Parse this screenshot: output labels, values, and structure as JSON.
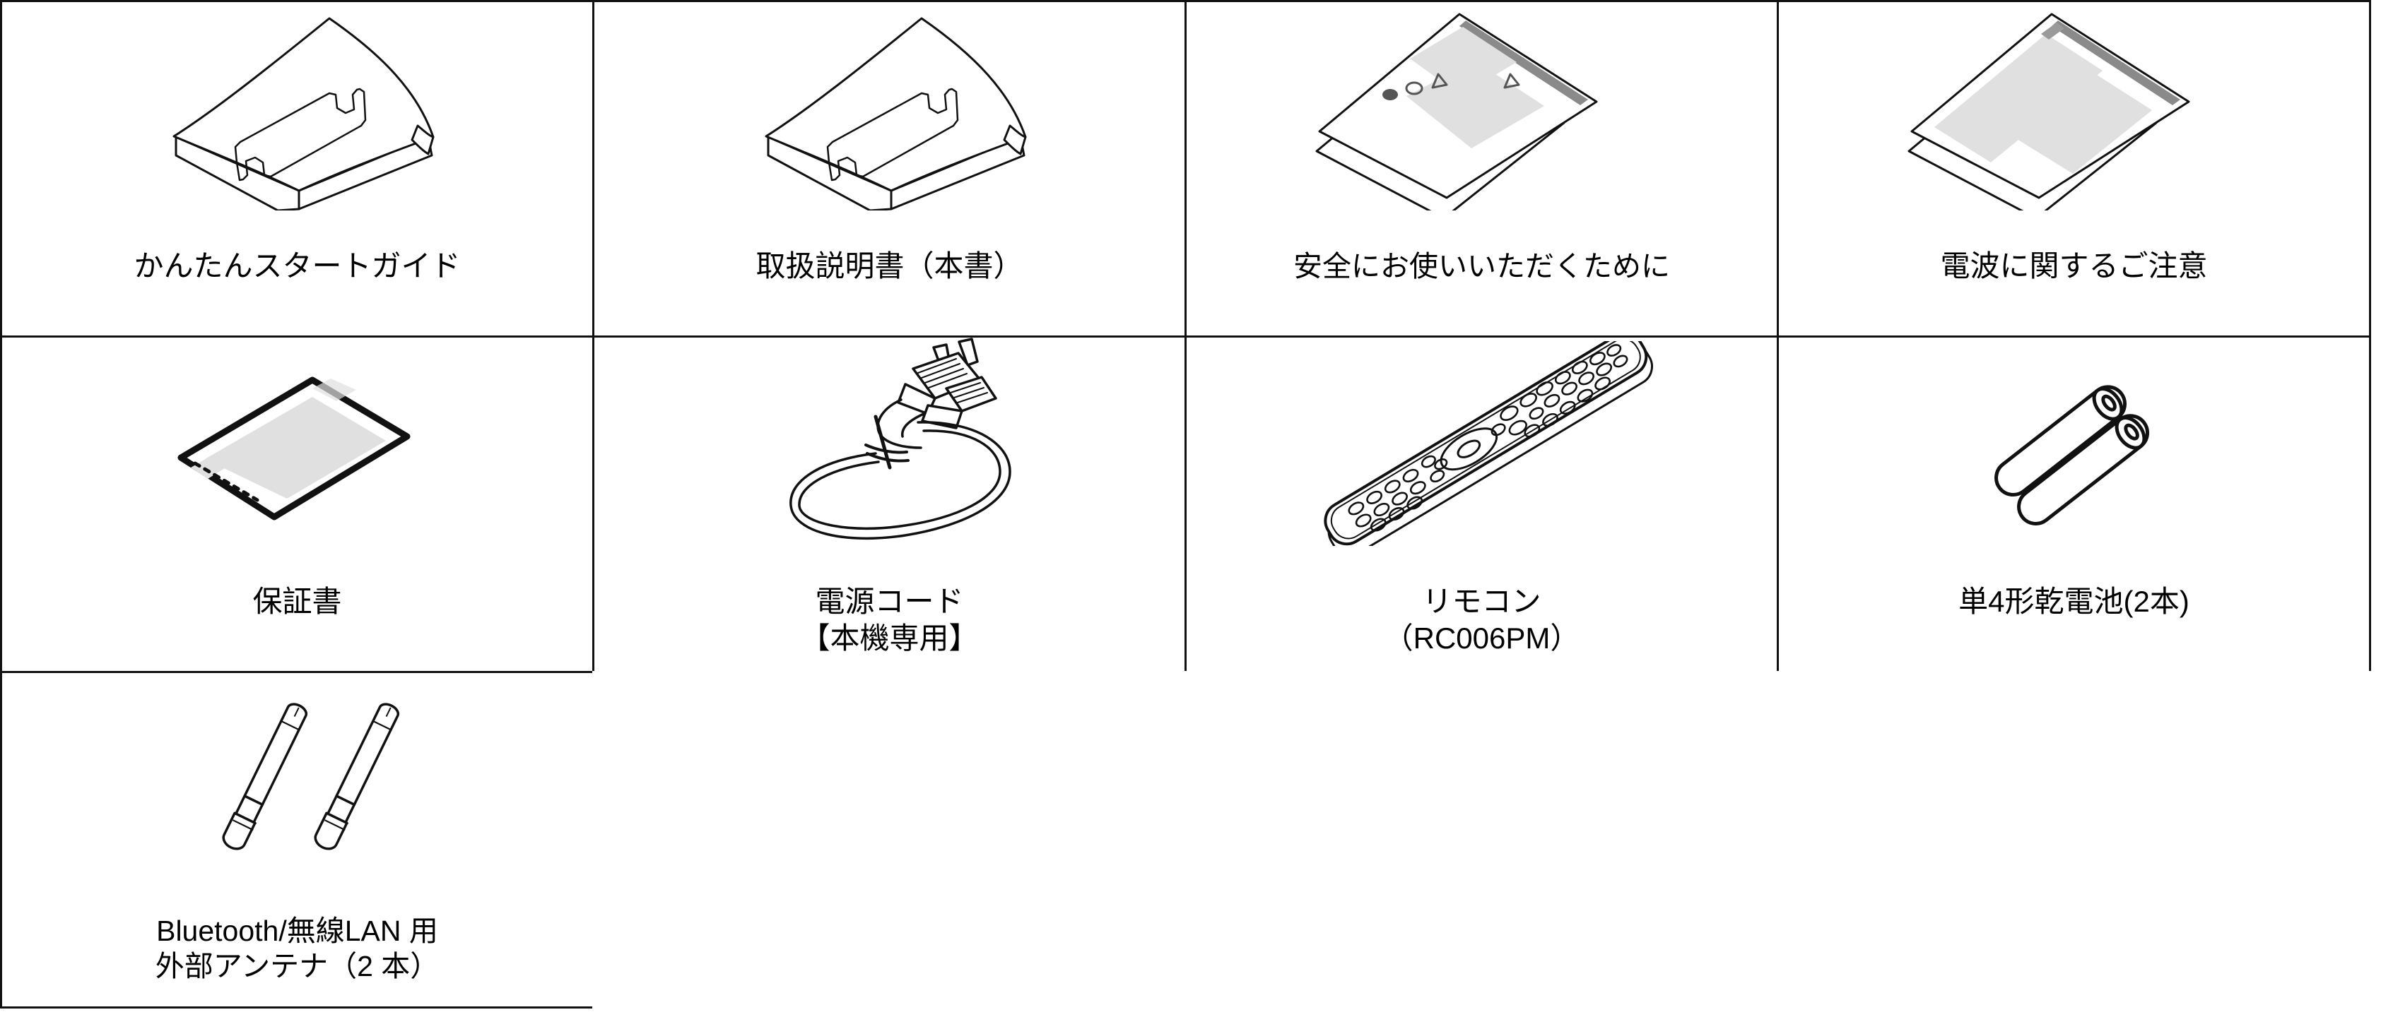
{
  "page": {
    "type": "accessory-list-table",
    "rows": 3,
    "columns": 4,
    "border_color": "#111111",
    "background": "#ffffff",
    "ink_color": "#000000",
    "shade_light": "#e0e0e0",
    "shade_mid": "#8a8a8a"
  },
  "items": [
    {
      "id": "quick-start-guide",
      "icon": "booklet-icon",
      "line1": "かんたんスタートガイド",
      "line2": ""
    },
    {
      "id": "owners-manual",
      "icon": "booklet-icon",
      "line1": "取扱説明書（本書）",
      "line2": ""
    },
    {
      "id": "safety-instructions",
      "icon": "leaflet-icon",
      "line1": "安全にお使いいただくために",
      "line2": ""
    },
    {
      "id": "radio-wave-notice",
      "icon": "leaflet-icon",
      "line1": "電波に関するご注意",
      "line2": ""
    },
    {
      "id": "warranty-card",
      "icon": "warranty-card-icon",
      "line1": "保証書",
      "line2": ""
    },
    {
      "id": "power-cord",
      "icon": "power-cord-icon",
      "line1": "電源コード",
      "line2": "【本機専用】"
    },
    {
      "id": "remote-control",
      "icon": "remote-control-icon",
      "line1": "リモコン",
      "line2": "（RC006PM）"
    },
    {
      "id": "aaa-batteries",
      "icon": "battery-icon",
      "line1": "単4形乾電池(2本)",
      "line2": ""
    },
    {
      "id": "external-antenna",
      "icon": "antenna-icon",
      "line1": "Bluetooth/無線LAN 用",
      "line2": "外部アンテナ（2 本）"
    }
  ]
}
